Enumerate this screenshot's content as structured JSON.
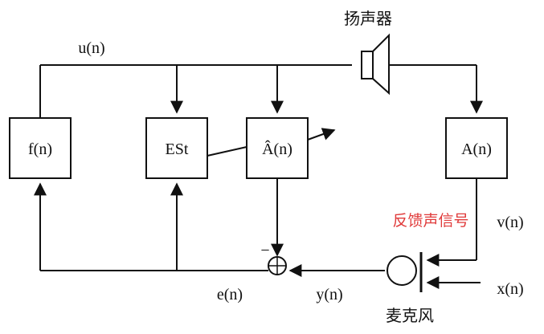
{
  "blocks": {
    "f": "f(n)",
    "est": "ESt",
    "a_hat": "Â(n)",
    "a": "A(n)"
  },
  "signals": {
    "u": "u(n)",
    "v": "v(n)",
    "x": "x(n)",
    "y": "y(n)",
    "e": "e(n)",
    "minus": "−"
  },
  "labels": {
    "speaker": "扬声器",
    "microphone": "麦克风",
    "feedback": "反馈声信号"
  },
  "colors": {
    "line": "#111111",
    "feedback_label": "#e03a3a"
  }
}
